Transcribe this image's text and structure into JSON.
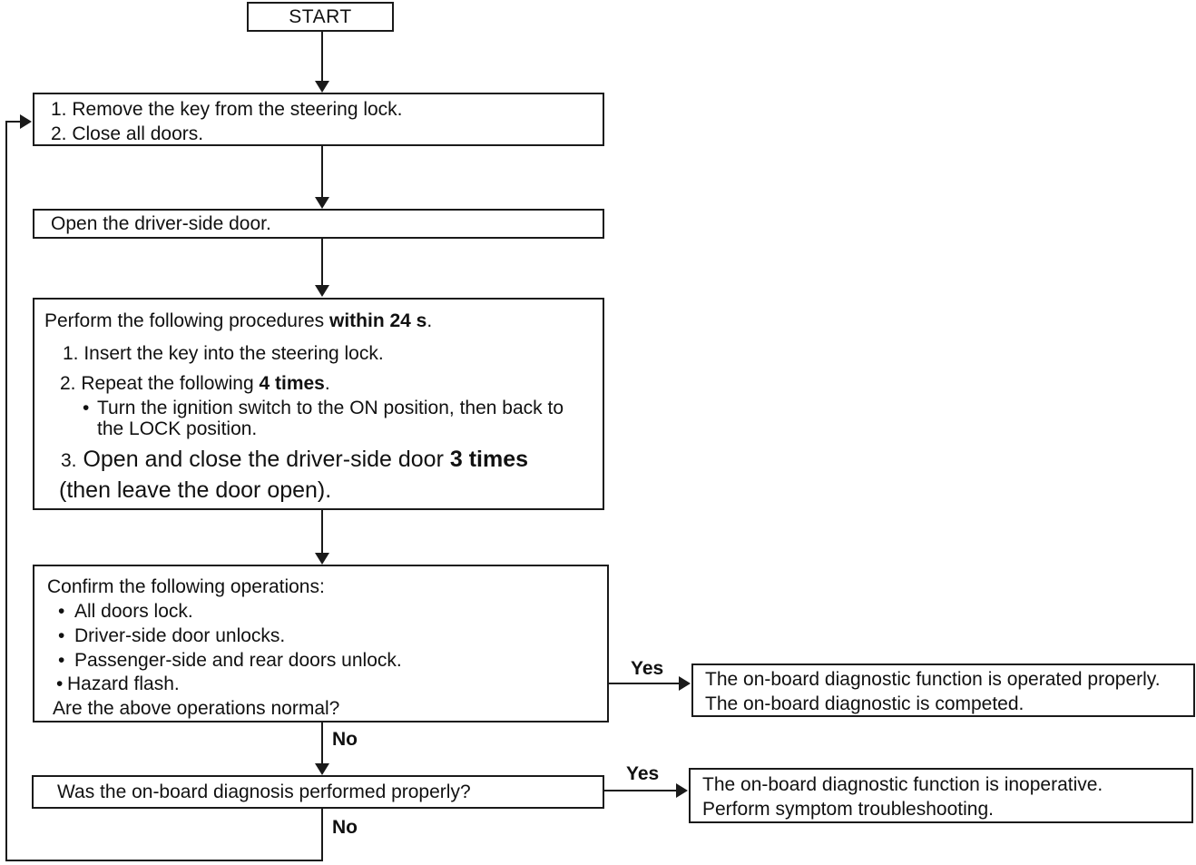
{
  "labels": {
    "start": "START",
    "yes": "Yes",
    "no": "No",
    "bullet": "•"
  },
  "boxes": {
    "step1": {
      "line1": "1. Remove the key from the steering lock.",
      "line2": "2. Close all doors."
    },
    "step2": {
      "text": "Open the driver-side door."
    },
    "procedure": {
      "title_pre": "Perform the following procedures ",
      "title_bold": "within 24 s",
      "title_post": ".",
      "item1": "1. Insert the key into the steering lock.",
      "item2_pre": "2. Repeat the following ",
      "item2_bold": "4 times",
      "item2_post": ".",
      "sub_line1": "Turn the ignition switch to the ON position, then back to",
      "sub_line2": "the LOCK position.",
      "item3_num": "3.",
      "item3_pre": " Open and close the driver-side door ",
      "item3_bold": "3 times",
      "item3_cont": "(then leave the door open)."
    },
    "confirm": {
      "title": "Confirm the following operations:",
      "check1": "All doors lock.",
      "check2": "Driver-side door unlocks.",
      "check3": "Passenger-side and rear doors unlock.",
      "check4": "Hazard flash.",
      "question": "Are the above operations normal?"
    },
    "question2": {
      "text": "Was the on-board diagnosis performed properly?"
    },
    "result_ok": {
      "line1": "The on-board diagnostic function is operated properly.",
      "line2": "The on-board diagnostic is competed."
    },
    "result_ng": {
      "line1": "The on-board diagnostic function is inoperative.",
      "line2": "Perform symptom troubleshooting."
    }
  }
}
